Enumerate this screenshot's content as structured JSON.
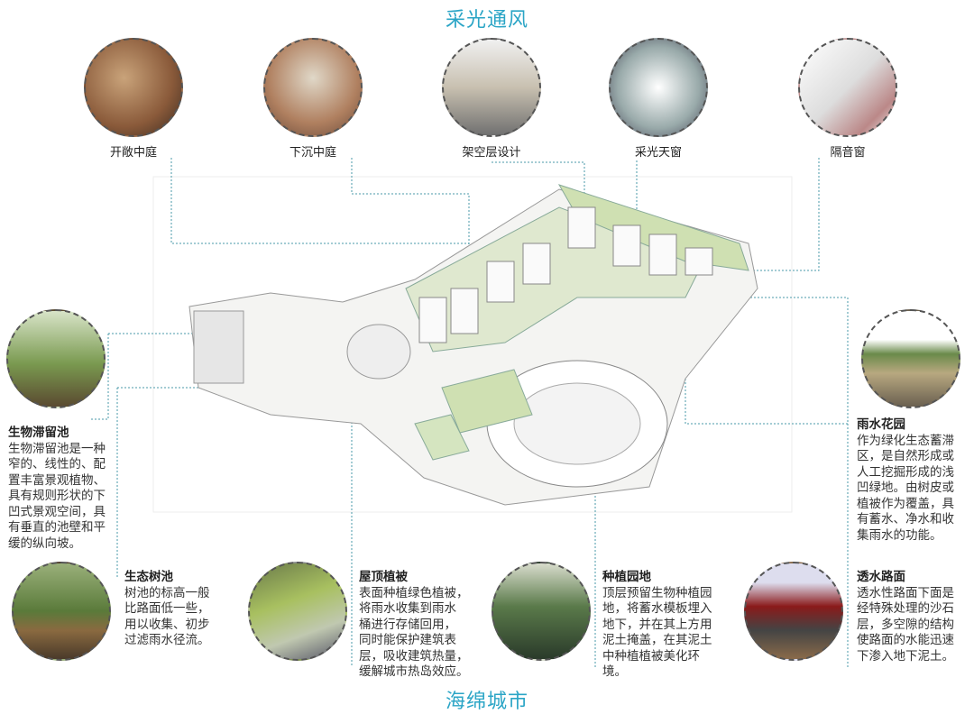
{
  "top_title": "采光通风",
  "bottom_title": "海绵城市",
  "top_items": [
    {
      "label": "开敞中庭"
    },
    {
      "label": "下沉中庭"
    },
    {
      "label": "架空层设计"
    },
    {
      "label": "采光天窗"
    },
    {
      "label": "隔音窗"
    }
  ],
  "features": {
    "bioretention": {
      "title": "生物滞留池",
      "lines": [
        "生物滞留池是一种",
        "窄的、线性的、配",
        "置丰富景观植物、",
        "具有规则形状的下",
        "凹式景观空间，具",
        "有垂直的池壁和平",
        "缓的纵向坡。"
      ]
    },
    "rain_garden": {
      "title": "雨水花园",
      "lines": [
        "作为绿化生态蓄滞",
        "区，是自然形成或",
        "人工挖掘形成的浅",
        "凹绿地。由树皮或",
        "植被作为覆盖，具",
        "有蓄水、净水和收",
        "集雨水的功能。"
      ]
    },
    "tree_pool": {
      "title": "生态树池",
      "lines": [
        "树池的标高一般",
        "比路面低一些，",
        "用以收集、初步",
        "过滤雨水径流。"
      ]
    },
    "green_roof": {
      "title": "屋顶植被",
      "lines": [
        "表面种植绿色植被，",
        "将雨水收集到雨水",
        "桶进行存储回用，",
        "同时能保护建筑表",
        "层，吸收建筑热量，",
        "缓解城市热岛效应。"
      ]
    },
    "planting": {
      "title": "种植园地",
      "lines": [
        "顶层预留生物种植园",
        "地，将蓄水模板埋入",
        "地下，并在其上方用",
        "泥土掩盖，在其泥土",
        "中种植植被美化环",
        "境。"
      ]
    },
    "pavement": {
      "title": "透水路面",
      "lines": [
        "透水性路面下面是",
        "经特殊处理的沙石",
        "层，多空隙的结构",
        "使路面的水能迅速",
        "下渗入地下泥土。"
      ]
    }
  }
}
